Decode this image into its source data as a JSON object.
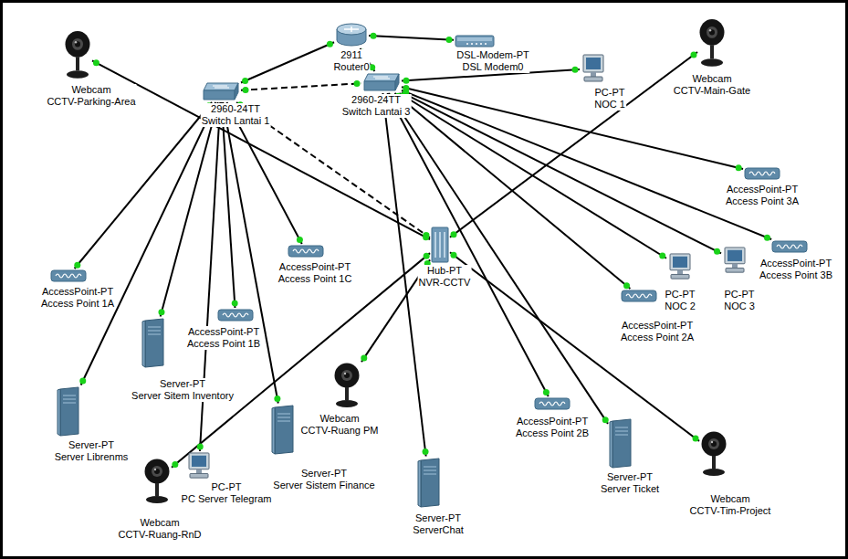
{
  "diagram": {
    "nodes": [
      {
        "text": [
          "2911",
          "Router0"
        ]
      },
      {
        "text": [
          "DSL-Modem-PT",
          "DSL Modem0"
        ]
      },
      {
        "text": [
          "2960-24TT",
          "Switch Lantai 1"
        ]
      },
      {
        "text": [
          "2960-24TT",
          "Switch Lantai 3"
        ]
      },
      {
        "text": [
          "PC-PT",
          "NOC 1"
        ]
      },
      {
        "text": [
          "Webcam",
          "CCTV-Main-Gate"
        ]
      },
      {
        "text": [
          "Webcam",
          "CCTV-Parking-Area"
        ]
      },
      {
        "text": [
          "AccessPoint-PT",
          "Access Point 3A"
        ]
      },
      {
        "text": [
          "AccessPoint-PT",
          "Access Point 1A"
        ]
      },
      {
        "text": [
          "Server-PT",
          "Server Sitem Inventory"
        ]
      },
      {
        "text": [
          "AccessPoint-PT",
          "Access Point 1B"
        ]
      },
      {
        "text": [
          "AccessPoint-PT",
          "Access Point 1C"
        ]
      },
      {
        "text": [
          "Hub-PT",
          "NVR-CCTV"
        ]
      },
      {
        "text": [
          "PC-PT",
          "NOC 2"
        ]
      },
      {
        "text": [
          "PC-PT",
          "NOC 3"
        ]
      },
      {
        "text": [
          "AccessPoint-PT",
          "Access Point 3B"
        ]
      },
      {
        "text": [
          "AccessPoint-PT",
          "Access Point 2A"
        ]
      },
      {
        "text": [
          "Server-PT",
          "Server Librenms"
        ]
      },
      {
        "text": [
          "Webcam",
          "CCTV-Ruang-RnD"
        ]
      },
      {
        "text": [
          "PC-PT",
          "PC Server Telegram"
        ]
      },
      {
        "text": [
          "Server-PT",
          "Server Sistem Finance"
        ]
      },
      {
        "text": [
          "Webcam",
          "CCTV-Ruang PM"
        ]
      },
      {
        "text": [
          "Server-PT",
          "ServerChat"
        ]
      },
      {
        "text": [
          "AccessPoint-PT",
          "Access Point 2B"
        ]
      },
      {
        "text": [
          "Server-PT",
          "Server Ticket"
        ]
      },
      {
        "text": [
          "Webcam",
          "CCTV-Tim-Project"
        ]
      }
    ],
    "edges": [
      {
        "from": 0,
        "to": 1,
        "arrow": "none"
      },
      {
        "from": 2,
        "to": 0,
        "arrow": "none"
      },
      {
        "from": 0,
        "to": 3,
        "arrow": "none"
      },
      {
        "from": 2,
        "to": 3,
        "arrow": "none"
      },
      {
        "from": 2,
        "to": 12,
        "arrow": "none"
      },
      {
        "from": 3,
        "to": 4,
        "arrow": "none"
      },
      {
        "from": 6,
        "to": 12,
        "arrow": "none"
      },
      {
        "from": 5,
        "to": 12,
        "arrow": "none"
      },
      {
        "from": 3,
        "to": 7,
        "arrow": "none"
      },
      {
        "from": 3,
        "to": 15,
        "arrow": "none"
      },
      {
        "from": 3,
        "to": 14,
        "arrow": "none"
      },
      {
        "from": 3,
        "to": 13,
        "arrow": "none"
      },
      {
        "from": 3,
        "to": 16,
        "arrow": "none"
      },
      {
        "from": 3,
        "to": 23,
        "arrow": "none"
      },
      {
        "from": 3,
        "to": 24,
        "arrow": "none"
      },
      {
        "from": 3,
        "to": 22,
        "arrow": "none"
      },
      {
        "from": 12,
        "to": 25,
        "arrow": "none"
      },
      {
        "from": 12,
        "to": 21,
        "arrow": "none"
      },
      {
        "from": 12,
        "to": 18,
        "arrow": "none"
      },
      {
        "from": 2,
        "to": 8,
        "arrow": "none"
      },
      {
        "from": 2,
        "to": 17,
        "arrow": "none"
      },
      {
        "from": 2,
        "to": 9,
        "arrow": "none"
      },
      {
        "from": 2,
        "to": 10,
        "arrow": "none"
      },
      {
        "from": 2,
        "to": 19,
        "arrow": "none"
      },
      {
        "from": 2,
        "to": 20,
        "arrow": "none"
      },
      {
        "from": 2,
        "to": 11,
        "arrow": "none"
      }
    ]
  }
}
